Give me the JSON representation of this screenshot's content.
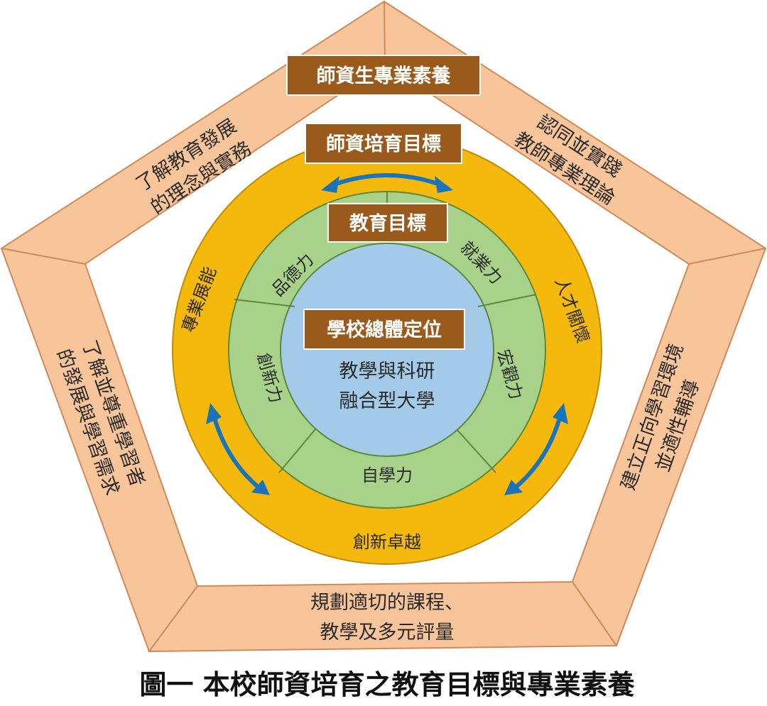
{
  "labels": {
    "professional_literacy": "師資生專業素養",
    "training_goal": "師資培育目標",
    "education_goal": "教育目標",
    "school_position": "學校總體定位"
  },
  "center_text": {
    "line1": "教學與科研",
    "line2": "融合型大學"
  },
  "pentagon_sides": {
    "top_left": [
      "了解教育發展",
      "的理念與實務"
    ],
    "top_right": [
      "認同並實踐",
      "教師專業理論"
    ],
    "right": [
      "建立正向學習環境",
      "並適性輔導"
    ],
    "bottom": [
      "規劃適切的課程、",
      "教學及多元評量"
    ],
    "left": [
      "了解並尊重學習者",
      "的發展與學習需求"
    ]
  },
  "green_ring": {
    "ethics": "品德力",
    "employability": "就業力",
    "global_view": "宏觀力",
    "self_learning": "自學力",
    "innovation": "創新力"
  },
  "yellow_ring": {
    "specialty": "專業展能",
    "care": "人才關懷",
    "excellence": "創新卓越"
  },
  "caption": "圖一 本校師資培育之教育目標與專業素養",
  "colors": {
    "pentagon": "#f8c49a",
    "yellow_ring": "#f5b80c",
    "green_ring": "#a8d18a",
    "core": "#a3cbe9",
    "label_box": "#9a5a1c",
    "arrow": "#1b74bb"
  }
}
